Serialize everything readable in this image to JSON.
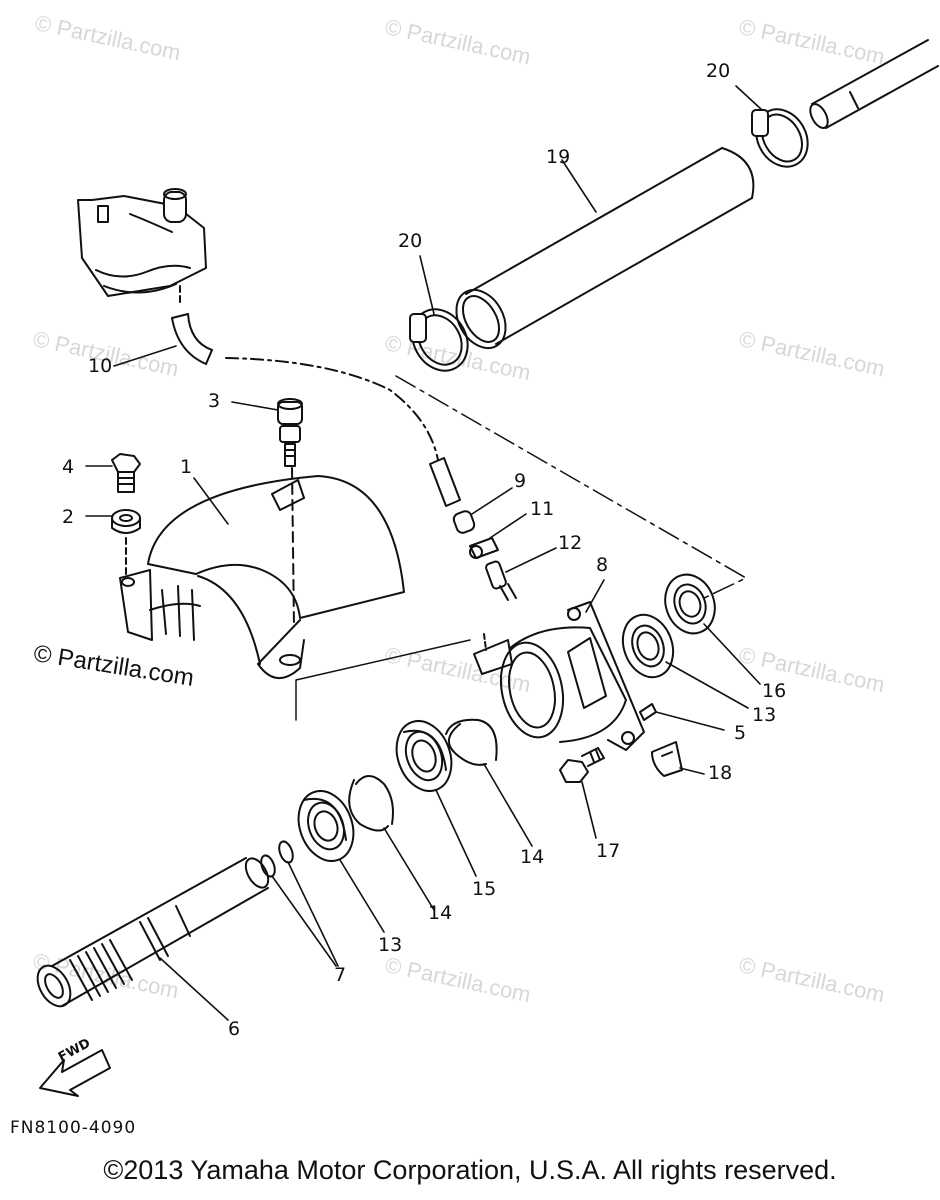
{
  "watermark": "© Partzilla.com",
  "watermark_main": "© Partzilla.com",
  "diagram_code": "FN8100-4090",
  "copyright": "©2013 Yamaha Motor Corporation, U.S.A. All rights reserved.",
  "fwd_label": "FWD",
  "callouts": {
    "c1": "1",
    "c2": "2",
    "c3": "3",
    "c4": "4",
    "c5": "5",
    "c6": "6",
    "c7": "7",
    "c8": "8",
    "c9": "9",
    "c10": "10",
    "c11": "11",
    "c12": "12",
    "c13a": "13",
    "c13b": "13",
    "c14a": "14",
    "c14b": "14",
    "c15": "15",
    "c16": "16",
    "c17": "17",
    "c18": "18",
    "c19": "19",
    "c20a": "20",
    "c20b": "20"
  }
}
